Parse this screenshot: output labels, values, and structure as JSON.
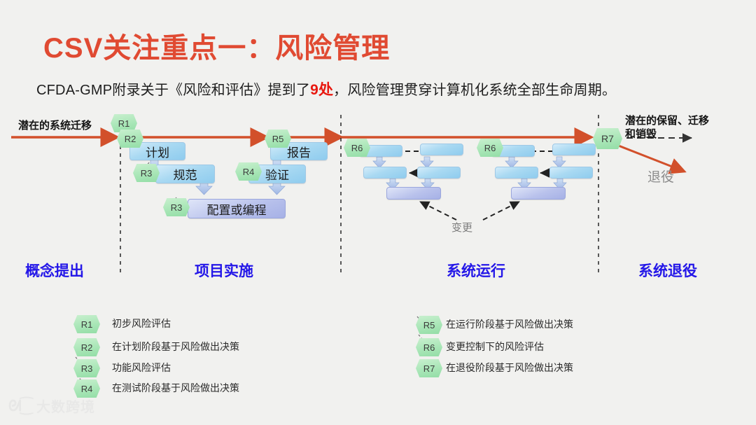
{
  "slide": {
    "title": "CSV关注重点一：风险管理",
    "title_color": "#e04a32",
    "background_color": "#f1f1ef",
    "subtitle_prefix": "CFDA-GMP附录关于《风险和评估》提到了",
    "subtitle_highlight": "9处",
    "subtitle_suffix": "，风险管理贯穿计算机化系统全部生命周期。",
    "highlight_color": "#e8180f"
  },
  "timeline": {
    "arrow_color": "#d2502b",
    "left_label": "潜在的系统迁移",
    "right_label_line1": "潜在的保留、迁移",
    "right_label_line2": "和销毁",
    "retire_label": "退役",
    "change_label": "变更"
  },
  "phases": [
    {
      "label": "概念提出",
      "color": "#2417e8"
    },
    {
      "label": "项目实施",
      "color": "#2417e8"
    },
    {
      "label": "系统运行",
      "color": "#2417e8"
    },
    {
      "label": "系统退役",
      "color": "#2417e8"
    }
  ],
  "vmodel": {
    "boxes": [
      {
        "id": "plan",
        "label": "计划"
      },
      {
        "id": "spec",
        "label": "规范"
      },
      {
        "id": "config",
        "label": "配置或编程"
      },
      {
        "id": "verify",
        "label": "验证"
      },
      {
        "id": "report",
        "label": "报告"
      }
    ],
    "badges": [
      {
        "id": "r1",
        "label": "R1"
      },
      {
        "id": "r2",
        "label": "R2"
      },
      {
        "id": "r3a",
        "label": "R3"
      },
      {
        "id": "r3b",
        "label": "R3"
      },
      {
        "id": "r4",
        "label": "R4"
      },
      {
        "id": "r5",
        "label": "R5"
      },
      {
        "id": "r6a",
        "label": "R6"
      },
      {
        "id": "r6b",
        "label": "R6"
      },
      {
        "id": "r7",
        "label": "R7"
      }
    ]
  },
  "legend": {
    "left": [
      {
        "badge": "R1",
        "text": "初步风险评估"
      },
      {
        "badge": "R2",
        "text": "在计划阶段基于风险做出决策"
      },
      {
        "badge": "R3",
        "text": "功能风险评估"
      },
      {
        "badge": "R4",
        "text": "在测试阶段基于风险做出决策"
      }
    ],
    "right": [
      {
        "badge": "R5",
        "text": "在运行阶段基于风险做出决策"
      },
      {
        "badge": "R6",
        "text": "变更控制下的风险评估"
      },
      {
        "badge": "R7",
        "text": "在退役阶段基于风险做出决策"
      }
    ]
  },
  "watermark": {
    "mark": "ᘛ⁐",
    "text": "大数跨境"
  }
}
